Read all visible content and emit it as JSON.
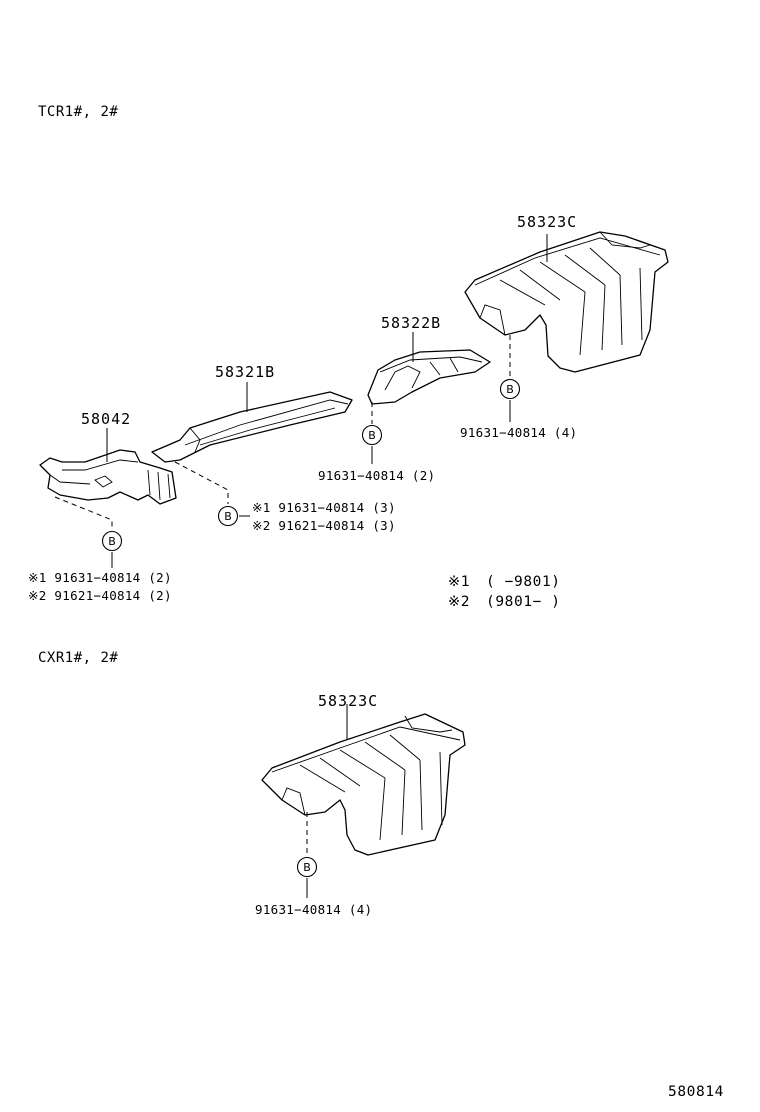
{
  "sections": {
    "tcr_title": "TCR1#, 2#",
    "cxr_title": "CXR1#, 2#"
  },
  "parts": {
    "p58323C_top": "58323C",
    "p58322B": "58322B",
    "p58321B": "58321B",
    "p58042": "58042",
    "p58323C_bottom": "58323C"
  },
  "bolt_marker": "B",
  "callouts": {
    "c_58322B": "91631−40814 (2)",
    "c_58323C_top": "91631−40814 (4)",
    "c_58321B_1": "※1 91631−40814 (3)",
    "c_58321B_2": "※2 91621−40814 (3)",
    "c_58042_1": "※1 91631−40814 (2)",
    "c_58042_2": "※2 91621−40814 (2)",
    "c_58323C_bottom": "91631−40814 (4)"
  },
  "legend": {
    "note1_mark": "※1",
    "note1_range": "(      −9801)",
    "note2_mark": "※2",
    "note2_range": "(9801−      )"
  },
  "diagram_id": "580814"
}
